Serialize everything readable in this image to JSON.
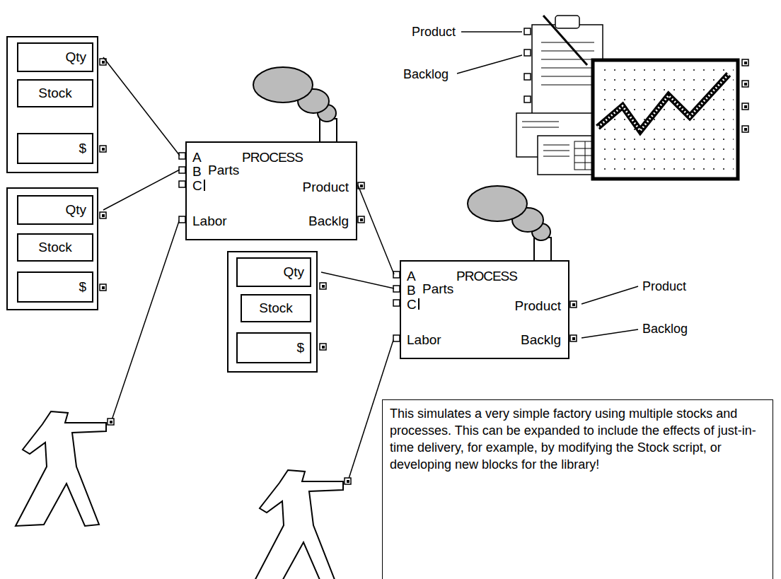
{
  "diagram": {
    "nodes": [
      {
        "text": [
          "Qty"
        ]
      },
      {
        "text": [
          "Stock"
        ]
      },
      {
        "text": [
          "$"
        ]
      },
      {
        "text": [
          "Qty"
        ]
      },
      {
        "text": [
          "Stock"
        ]
      },
      {
        "text": [
          "$"
        ]
      },
      {
        "text": [
          "A",
          "PROCESS",
          "B",
          "Parts",
          "C",
          "Product",
          "Labor",
          "Backlg"
        ]
      },
      {
        "text": [
          "Qty"
        ]
      },
      {
        "text": [
          "Stock"
        ]
      },
      {
        "text": [
          "$"
        ]
      },
      {
        "text": [
          "A",
          "PROCESS",
          "B",
          "Parts",
          "C",
          "Product",
          "Labor",
          "Backlg"
        ]
      },
      {
        "text": [
          "This simulates a very simple factory using multiple stocks and processes. This can be expanded to include the effects of just-in-time delivery, for example, by modifying the Stock script, or developing new blocks for the library!"
        ]
      }
    ],
    "edges": [
      {
        "from": 0,
        "to": 6,
        "arrow": "none"
      },
      {
        "from": 3,
        "to": 6,
        "arrow": "none"
      },
      {
        "from": 6,
        "to": 10,
        "arrow": "none"
      },
      {
        "from": 7,
        "to": 10,
        "arrow": "none"
      }
    ],
    "labels": [
      "Product",
      "Backlog",
      "Product",
      "Backlog"
    ]
  }
}
